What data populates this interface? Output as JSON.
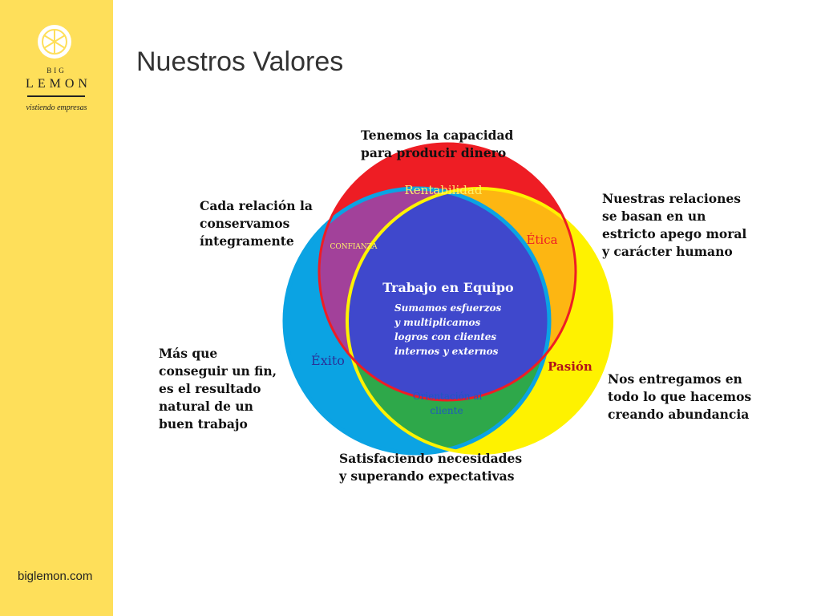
{
  "brand": {
    "name_small": "BIG",
    "name_big": "LEMON",
    "tagline": "vistiendo empresas",
    "website": "biglemon.com",
    "colors": {
      "sidebar": "#fedf5a",
      "text": "#222222"
    }
  },
  "slide": {
    "title": "Nuestros Valores"
  },
  "diagram": {
    "circles": {
      "rentabilidad": "Rentabilidad",
      "exito": "Éxito",
      "pasion": "Pasión",
      "etica": "Ética",
      "confianza": "CONFIANZA",
      "orientacion": "Orientación al\ncliente",
      "trabajo_title": "Trabajo en Equipo",
      "trabajo_body": "Sumamos esfuerzos\ny multiplicamos\nlogros con clientes\ninternos y externos"
    },
    "captions": {
      "top": "Tenemos la capacidad\npara producir dinero",
      "top_left": "Cada relación la\nconservamos\níntegramente",
      "right": "Nuestras relaciones\nse basan en un\nestricto apego moral\ny carácter humano",
      "left": "Más que\nconseguir un fin,\nes el resultado\nnatural de un\nbuen trabajo",
      "bottom_right": "Nos entregamos en\ntodo lo que hacemos\ncreando abundancia",
      "bottom": "Satisfaciendo necesidades\ny superando expectativas"
    },
    "colors": {
      "red": "#ee1d24",
      "blue": "#0ba3e3",
      "yellow": "#fef200",
      "purple": "#a2419a",
      "orange": "#fdb612",
      "green": "#2ea84a",
      "navy": "#3f48cc"
    }
  }
}
